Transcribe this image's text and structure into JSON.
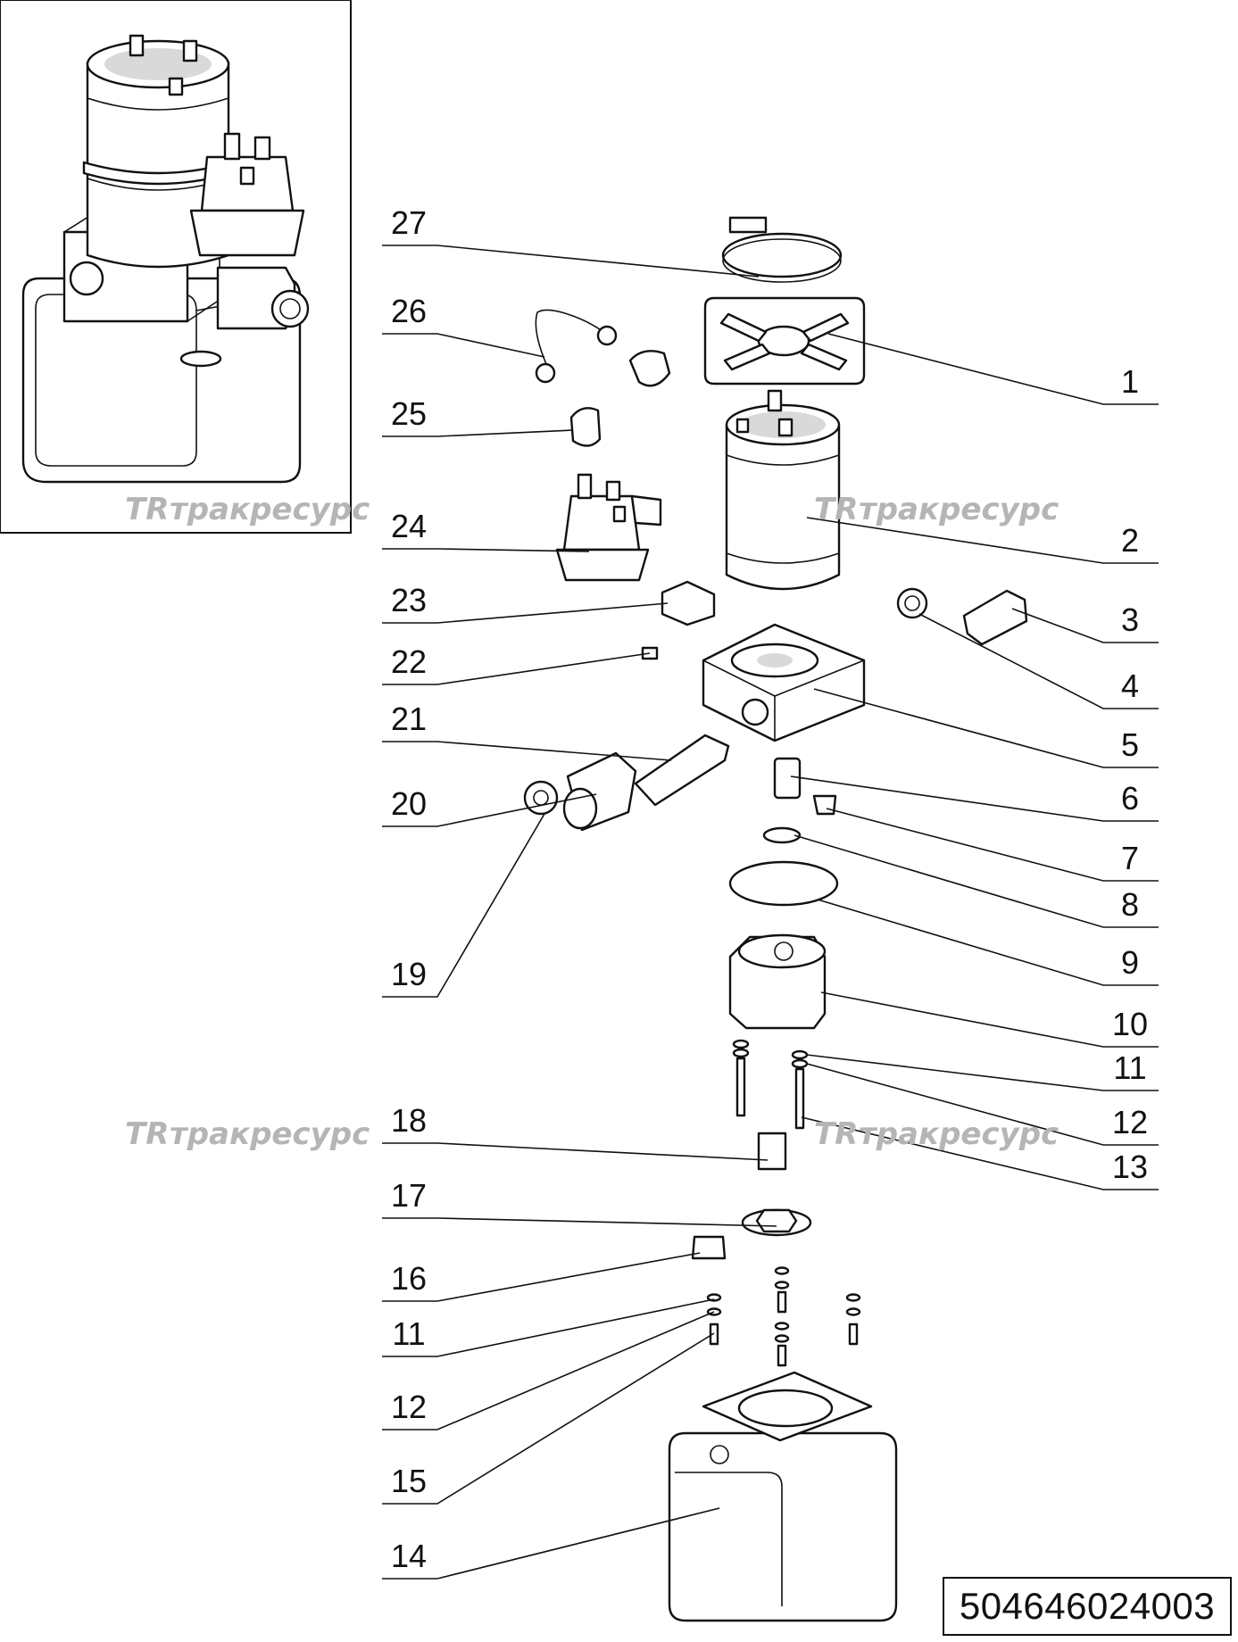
{
  "diagram": {
    "callouts": [
      {
        "id": "1"
      },
      {
        "id": "2"
      },
      {
        "id": "3"
      },
      {
        "id": "4"
      },
      {
        "id": "5"
      },
      {
        "id": "6"
      },
      {
        "id": "7"
      },
      {
        "id": "8"
      },
      {
        "id": "9"
      },
      {
        "id": "10"
      },
      {
        "id": "11"
      },
      {
        "id": "12"
      },
      {
        "id": "13"
      },
      {
        "id": "14"
      },
      {
        "id": "15"
      },
      {
        "id": "16"
      },
      {
        "id": "17"
      },
      {
        "id": "18"
      },
      {
        "id": "19"
      },
      {
        "id": "20"
      },
      {
        "id": "21"
      },
      {
        "id": "22"
      },
      {
        "id": "23"
      },
      {
        "id": "24"
      },
      {
        "id": "25"
      },
      {
        "id": "26"
      },
      {
        "id": "27"
      },
      {
        "id": "11"
      },
      {
        "id": "12"
      }
    ]
  },
  "watermark": {
    "logo_text": "TR",
    "text": "тракресурс"
  },
  "document": {
    "number": "504646024003"
  }
}
